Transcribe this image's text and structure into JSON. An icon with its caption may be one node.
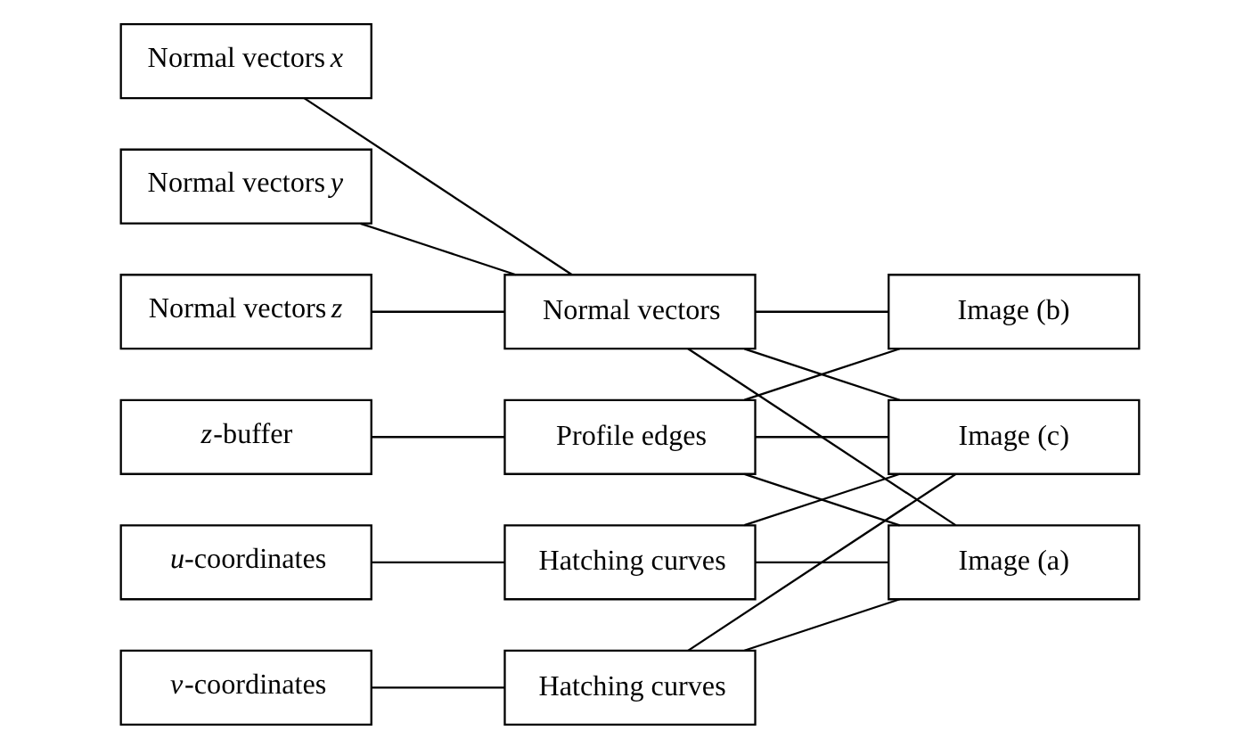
{
  "diagram": {
    "nodes": [
      {
        "text": [
          "Normal vectors *x*"
        ]
      },
      {
        "text": [
          "Normal vectors *y*"
        ]
      },
      {
        "text": [
          "Normal vectors *z*"
        ]
      },
      {
        "text": [
          "*z*-buffer"
        ]
      },
      {
        "text": [
          "*u*-coordinates"
        ]
      },
      {
        "text": [
          "*v*-coordinates"
        ]
      },
      {
        "text": [
          "Normal vectors"
        ]
      },
      {
        "text": [
          "Profile edges"
        ]
      },
      {
        "text": [
          "Hatching curves"
        ]
      },
      {
        "text": [
          "Hatching curves"
        ]
      },
      {
        "text": [
          "Image (a)"
        ]
      },
      {
        "text": [
          "Image (b)"
        ]
      },
      {
        "text": [
          "Image (c)"
        ]
      }
    ],
    "edges": [
      {
        "from": 0,
        "to": 6,
        "arrow": "none"
      },
      {
        "from": 1,
        "to": 6,
        "arrow": "none"
      },
      {
        "from": 2,
        "to": 6,
        "arrow": "none"
      },
      {
        "from": 3,
        "to": 7,
        "arrow": "none"
      },
      {
        "from": 4,
        "to": 8,
        "arrow": "none"
      },
      {
        "from": 5,
        "to": 9,
        "arrow": "none"
      },
      {
        "from": 6,
        "to": 10,
        "arrow": "none"
      },
      {
        "from": 6,
        "to": 11,
        "arrow": "none"
      },
      {
        "from": 6,
        "to": 12,
        "arrow": "none"
      },
      {
        "from": 7,
        "to": 10,
        "arrow": "none"
      },
      {
        "from": 7,
        "to": 11,
        "arrow": "none"
      },
      {
        "from": 7,
        "to": 12,
        "arrow": "none"
      },
      {
        "from": 8,
        "to": 10,
        "arrow": "none"
      },
      {
        "from": 8,
        "to": 12,
        "arrow": "none"
      },
      {
        "from": 9,
        "to": 10,
        "arrow": "none"
      },
      {
        "from": 9,
        "to": 12,
        "arrow": "none"
      }
    ]
  }
}
